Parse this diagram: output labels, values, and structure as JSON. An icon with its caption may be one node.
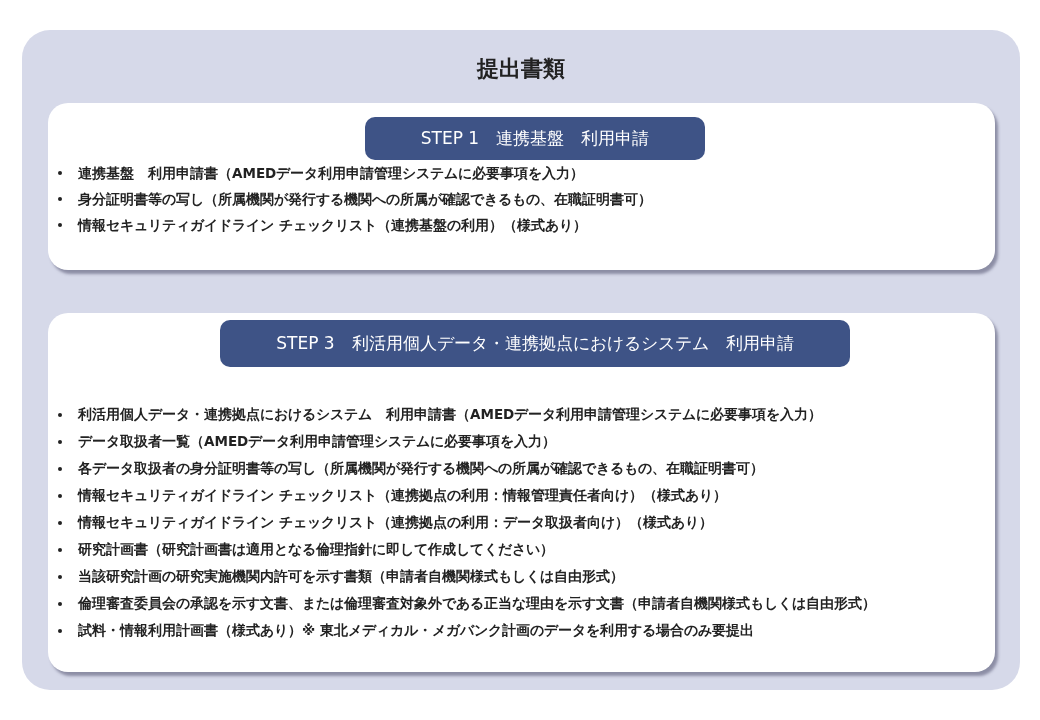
{
  "diagram": {
    "nodes": [
      {
        "text": [
          "提出書類"
        ]
      },
      {
        "text": [
          "連携基盤　利用申請書（AMEDデータ利用申請管理システムに必要事項を入力）",
          "身分証明書等の写し（所属機関が発行する機関への所属が確認できるもの、在職証明書可）",
          "情報セキュリティガイドライン チェックリスト（連携基盤の利用）（様式あり）"
        ],
        "in": 0
      },
      {
        "text": [
          "STEP 1　連携基盤　利用申請"
        ],
        "in": 1
      },
      {
        "text": [
          "利活用個人データ・連携拠点におけるシステム　利用申請書（AMEDデータ利用申請管理システムに必要事項を入力）",
          "データ取扱者一覧（AMEDデータ利用申請管理システムに必要事項を入力）",
          "各データ取扱者の身分証明書等の写し（所属機関が発行する機関への所属が確認できるもの、在職証明書可）",
          "情報セキュリティガイドライン チェックリスト（連携拠点の利用：情報管理責任者向け）（様式あり）",
          "情報セキュリティガイドライン チェックリスト（連携拠点の利用：データ取扱者向け）（様式あり）",
          "研究計画書（研究計画書は適用となる倫理指針に即して作成してください）",
          "当該研究計画の研究実施機関内許可を示す書類（申請者自機関様式もしくは自由形式）",
          "倫理審査委員会の承認を示す文書、または倫理審査対象外である正当な理由を示す文書（申請者自機関様式もしくは自由形式）",
          "試料・情報利用計画書（様式あり）※ 東北メディカル・メガバンク計画のデータを利用する場合のみ要提出"
        ],
        "in": 0
      },
      {
        "text": [
          "STEP 3　利活用個人データ・連携拠点におけるシステム　利用申請"
        ],
        "in": 3
      }
    ]
  }
}
